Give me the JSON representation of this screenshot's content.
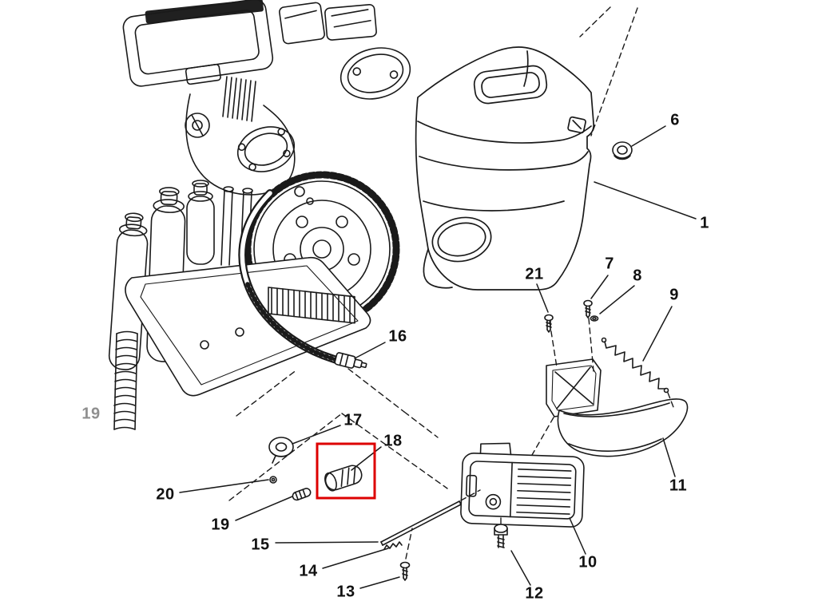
{
  "diagram": {
    "background": "#ffffff",
    "line_color": "#1a1a1a",
    "highlight_color": "#dd0000",
    "muted_label_color": "#8f8f8f"
  },
  "labels": {
    "part_1": "1",
    "part_6": "6",
    "part_7": "7",
    "part_8": "8",
    "part_9": "9",
    "part_10": "10",
    "part_11": "11",
    "part_12": "12",
    "part_13": "13",
    "part_14": "14",
    "part_15": "15",
    "part_16": "16",
    "part_17": "17",
    "part_18": "18",
    "part_19": "19",
    "part_20": "20",
    "part_21": "21",
    "edge_partial": "19"
  }
}
